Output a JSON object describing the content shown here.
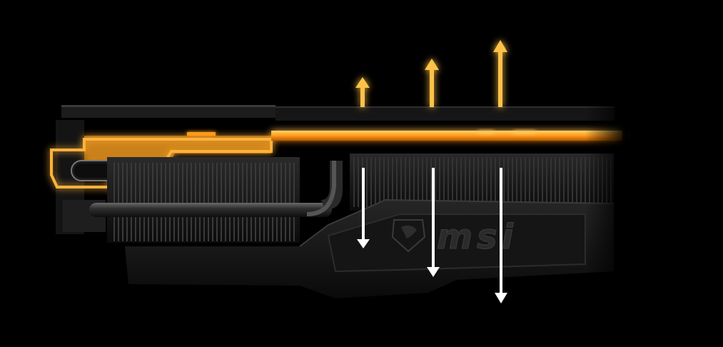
{
  "scene": {
    "subject": "gpu-cooler-cross-section",
    "background": "#000000",
    "glow_color": "#ff9a1a",
    "glow_core_color": "#ffe08a",
    "arrow_color": "#ffffff"
  },
  "brand": {
    "logo_text": "msi",
    "logo_icon": "dragon-shield-icon"
  },
  "airflow": {
    "up_arrows": 3,
    "down_arrows": 3
  }
}
